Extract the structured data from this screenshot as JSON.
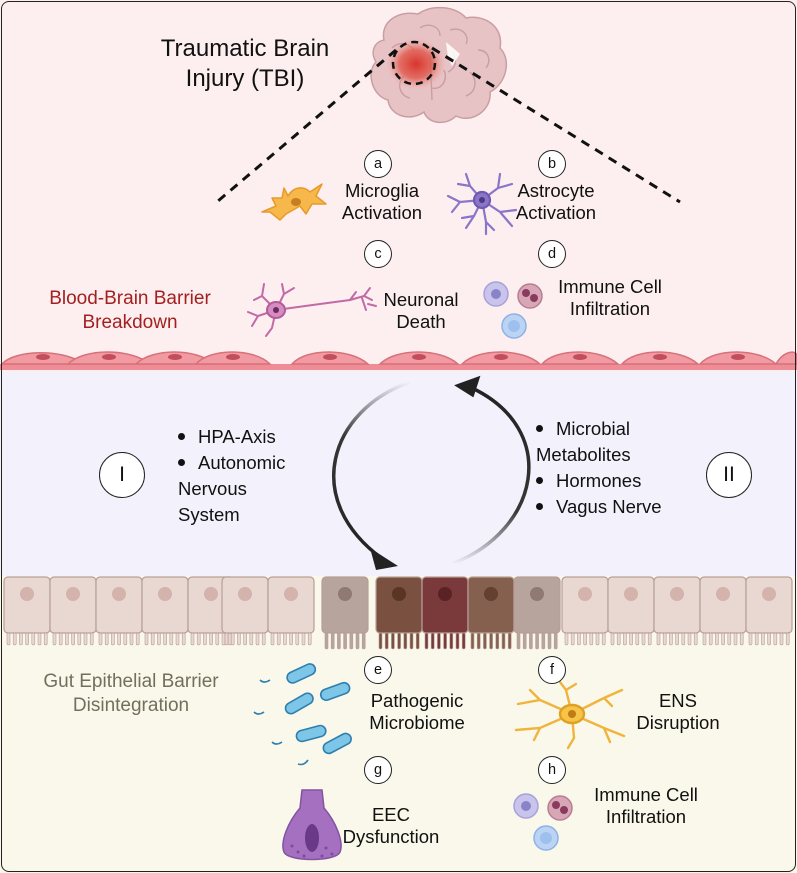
{
  "title": "Traumatic Brain Injury (TBI)",
  "brain_barrier": "Blood-Brain Barrier Breakdown",
  "gut_barrier": "Gut Epithelial Barrier Disintegration",
  "brain_items": [
    {
      "letter": "a",
      "label": "Microglia Activation"
    },
    {
      "letter": "b",
      "label": "Astrocyte Activation"
    },
    {
      "letter": "c",
      "label": "Neuronal Death"
    },
    {
      "letter": "d",
      "label": "Immune Cell Infiltration"
    }
  ],
  "gut_items": [
    {
      "letter": "e",
      "label": "Pathogenic Microbiome"
    },
    {
      "letter": "f",
      "label": "ENS Disruption"
    },
    {
      "letter": "g",
      "label": "EEC Dysfunction"
    },
    {
      "letter": "h",
      "label": "Immune Cell Infiltration"
    }
  ],
  "pathway_I": {
    "numeral": "I",
    "items": [
      "HPA-Axis",
      "Autonomic Nervous System"
    ]
  },
  "pathway_II": {
    "numeral": "II",
    "items": [
      "Microbial Metabolites",
      "Hormones",
      "Vagus Nerve"
    ]
  },
  "colors": {
    "brain_bg": "#fdefef",
    "middle_bg": "#f3f1fb",
    "gut_bg": "#f9f8ea",
    "bbb_text": "#a42020",
    "gut_text": "#72705c",
    "lesion": "#d9342a"
  },
  "icons": [
    "brain-icon",
    "microglia-icon",
    "astrocyte-icon",
    "neuron-icon",
    "immune-cells-icon",
    "bacteria-icon",
    "enteric-neuron-icon",
    "enteroendocrine-cell-icon"
  ]
}
